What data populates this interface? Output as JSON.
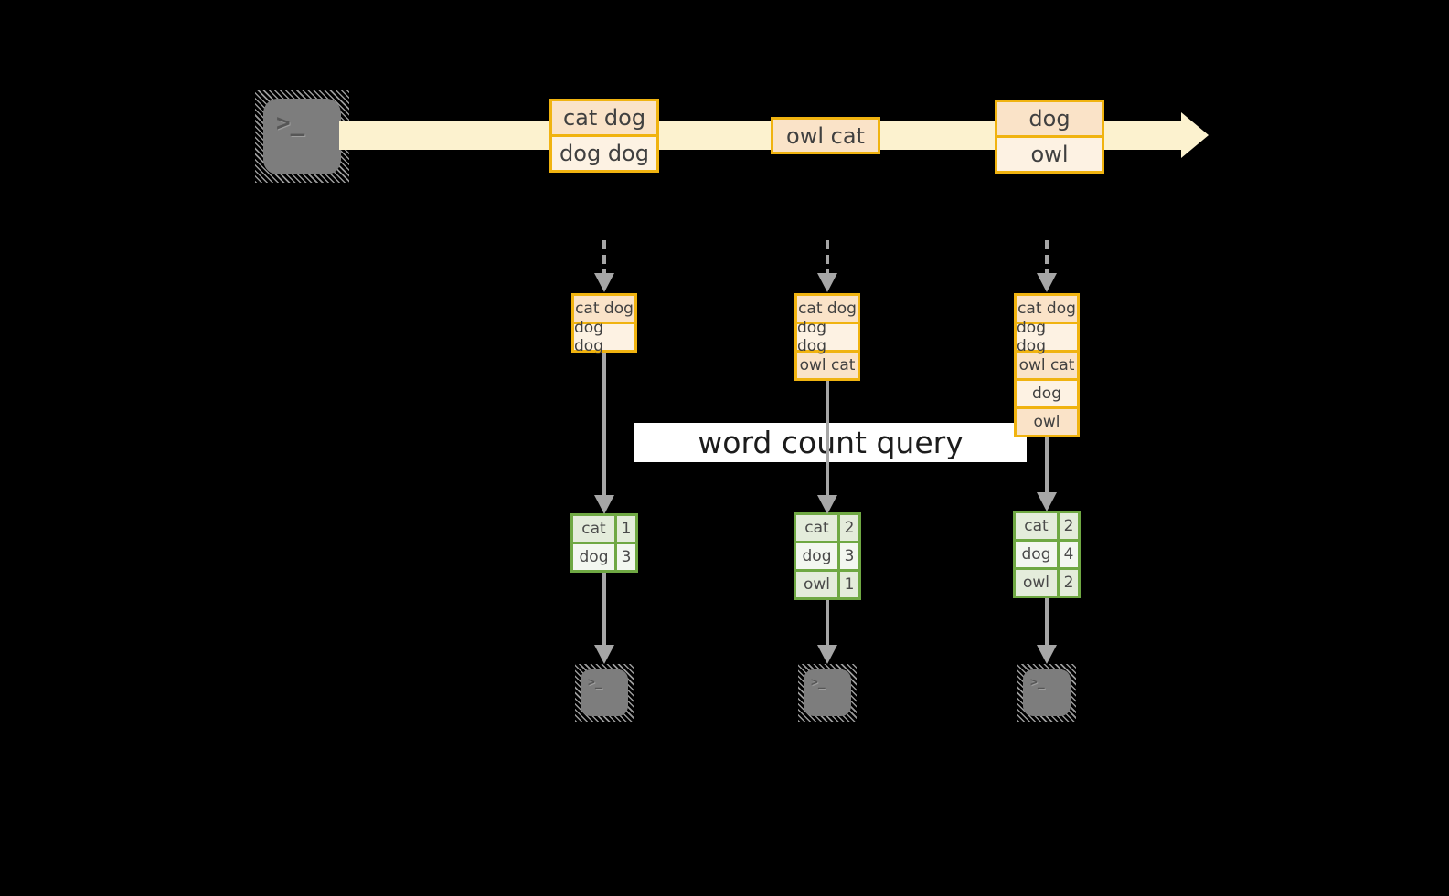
{
  "banner": {
    "label": "word count query"
  },
  "icons": {
    "terminal_prompt": ">_"
  },
  "colors": {
    "bg": "#000000",
    "stream": "#fcf2cf",
    "orange": "#f0b310",
    "peach": "#fae3c8",
    "cream": "#fdf2e3",
    "green": "#6fa843",
    "cellgreen": "#e4ecdb",
    "celllight": "#f3f7f0",
    "arrow": "#a6a6a6",
    "terminal": "#7d7d7d",
    "bannerbg": "#ffffff",
    "bannertext": "#1c1c1c",
    "text": "#404040"
  },
  "stream": {
    "events": [
      {
        "rows": [
          "cat dog",
          "dog dog"
        ]
      },
      {
        "rows": [
          "owl cat"
        ]
      },
      {
        "rows": [
          "dog",
          "owl"
        ]
      }
    ]
  },
  "columns": [
    {
      "buffer": [
        "cat dog",
        "dog dog"
      ],
      "counts": [
        {
          "word": "cat",
          "count": "1"
        },
        {
          "word": "dog",
          "count": "3"
        }
      ]
    },
    {
      "buffer": [
        "cat dog",
        "dog dog",
        "owl cat"
      ],
      "counts": [
        {
          "word": "cat",
          "count": "2"
        },
        {
          "word": "dog",
          "count": "3"
        },
        {
          "word": "owl",
          "count": "1"
        }
      ]
    },
    {
      "buffer": [
        "cat dog",
        "dog dog",
        "owl cat",
        "dog",
        "owl"
      ],
      "counts": [
        {
          "word": "cat",
          "count": "2"
        },
        {
          "word": "dog",
          "count": "4"
        },
        {
          "word": "owl",
          "count": "2"
        }
      ]
    }
  ]
}
